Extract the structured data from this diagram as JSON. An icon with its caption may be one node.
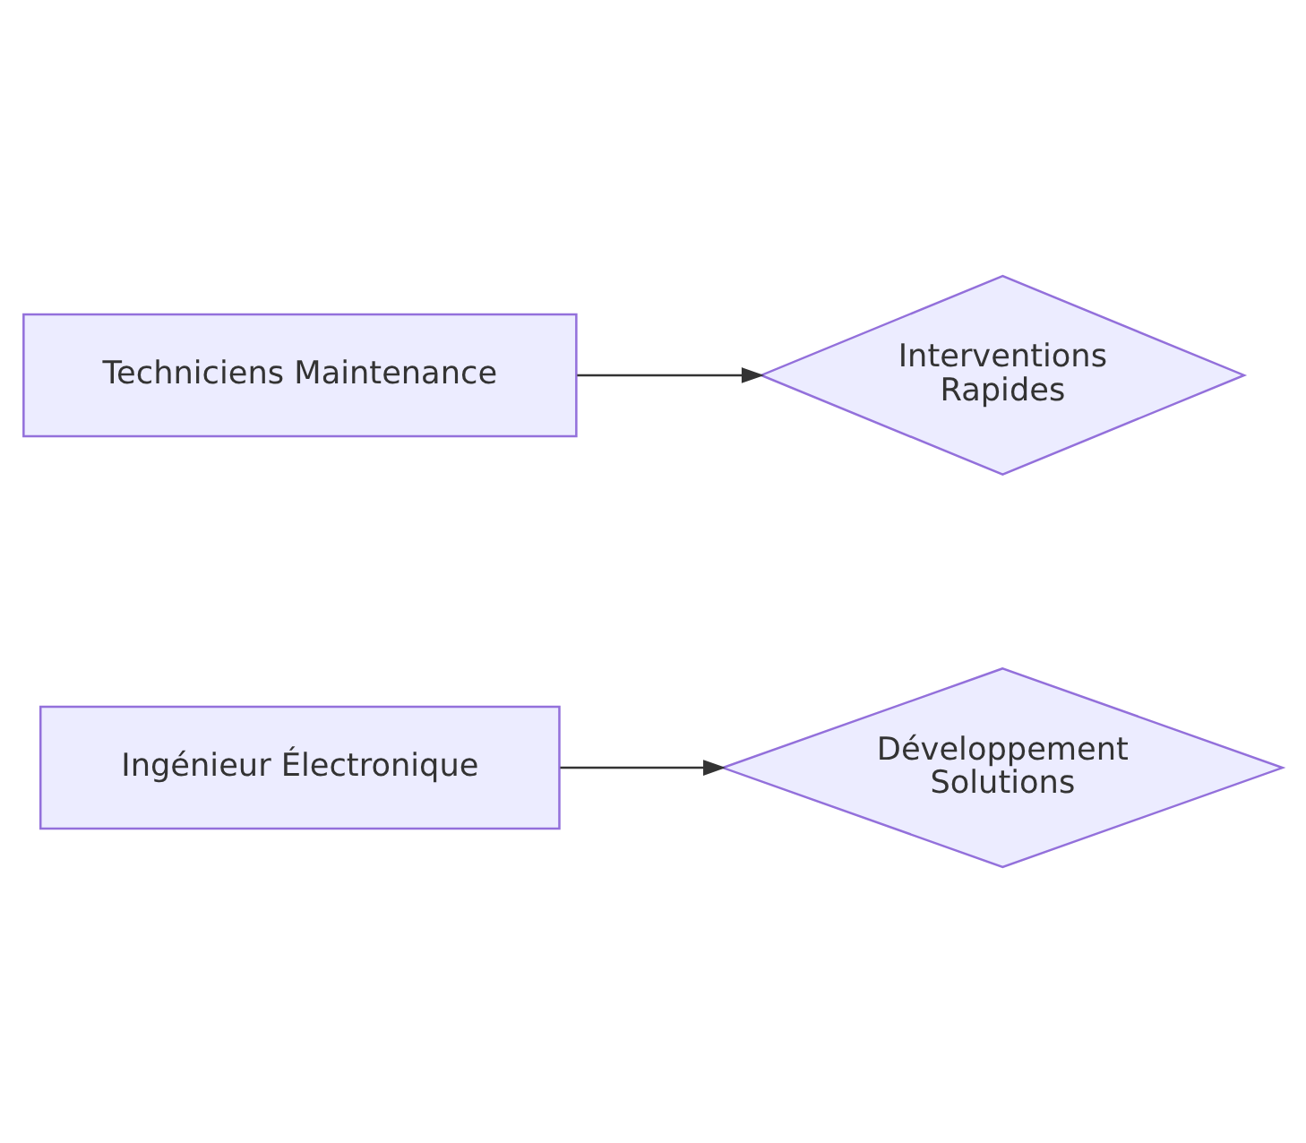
{
  "diagram": {
    "nodes": [
      {
        "text": [
          "Ingénieur Électronique"
        ]
      },
      {
        "text": [
          "Développement Solutions"
        ]
      },
      {
        "text": [
          "Techniciens Maintenance"
        ]
      },
      {
        "text": [
          "Interventions Rapides"
        ]
      }
    ],
    "edges": [
      {
        "from": 0,
        "to": 1,
        "arrow": "to"
      },
      {
        "from": 2,
        "to": 3,
        "arrow": "to"
      }
    ]
  }
}
